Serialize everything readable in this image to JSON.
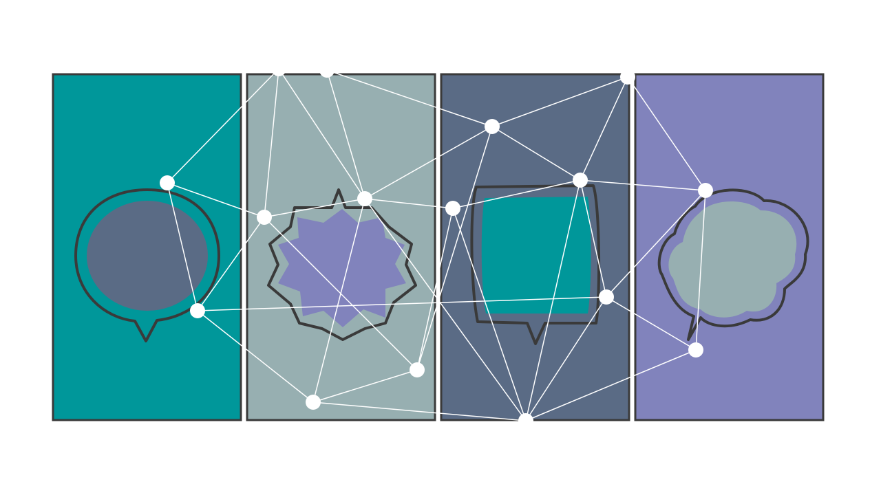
{
  "colors": {
    "background": "#ffffff",
    "panel_teal": "#00979a",
    "panel_sage": "#97afb1",
    "panel_slate": "#5a6b85",
    "panel_lavender": "#8183bc",
    "outline": "#3a3a3a",
    "network": "#ffffff"
  },
  "panels": [
    {
      "fill": "panel_teal",
      "bubble": "round-speech-bubble",
      "bubble_fill": "panel_slate"
    },
    {
      "fill": "panel_sage",
      "bubble": "starburst-bubble",
      "bubble_fill": "panel_lavender"
    },
    {
      "fill": "panel_slate",
      "bubble": "square-speech-bubble",
      "bubble_fill": "panel_teal"
    },
    {
      "fill": "panel_lavender",
      "bubble": "cloud-thought-bubble",
      "bubble_fill": "panel_sage"
    }
  ]
}
